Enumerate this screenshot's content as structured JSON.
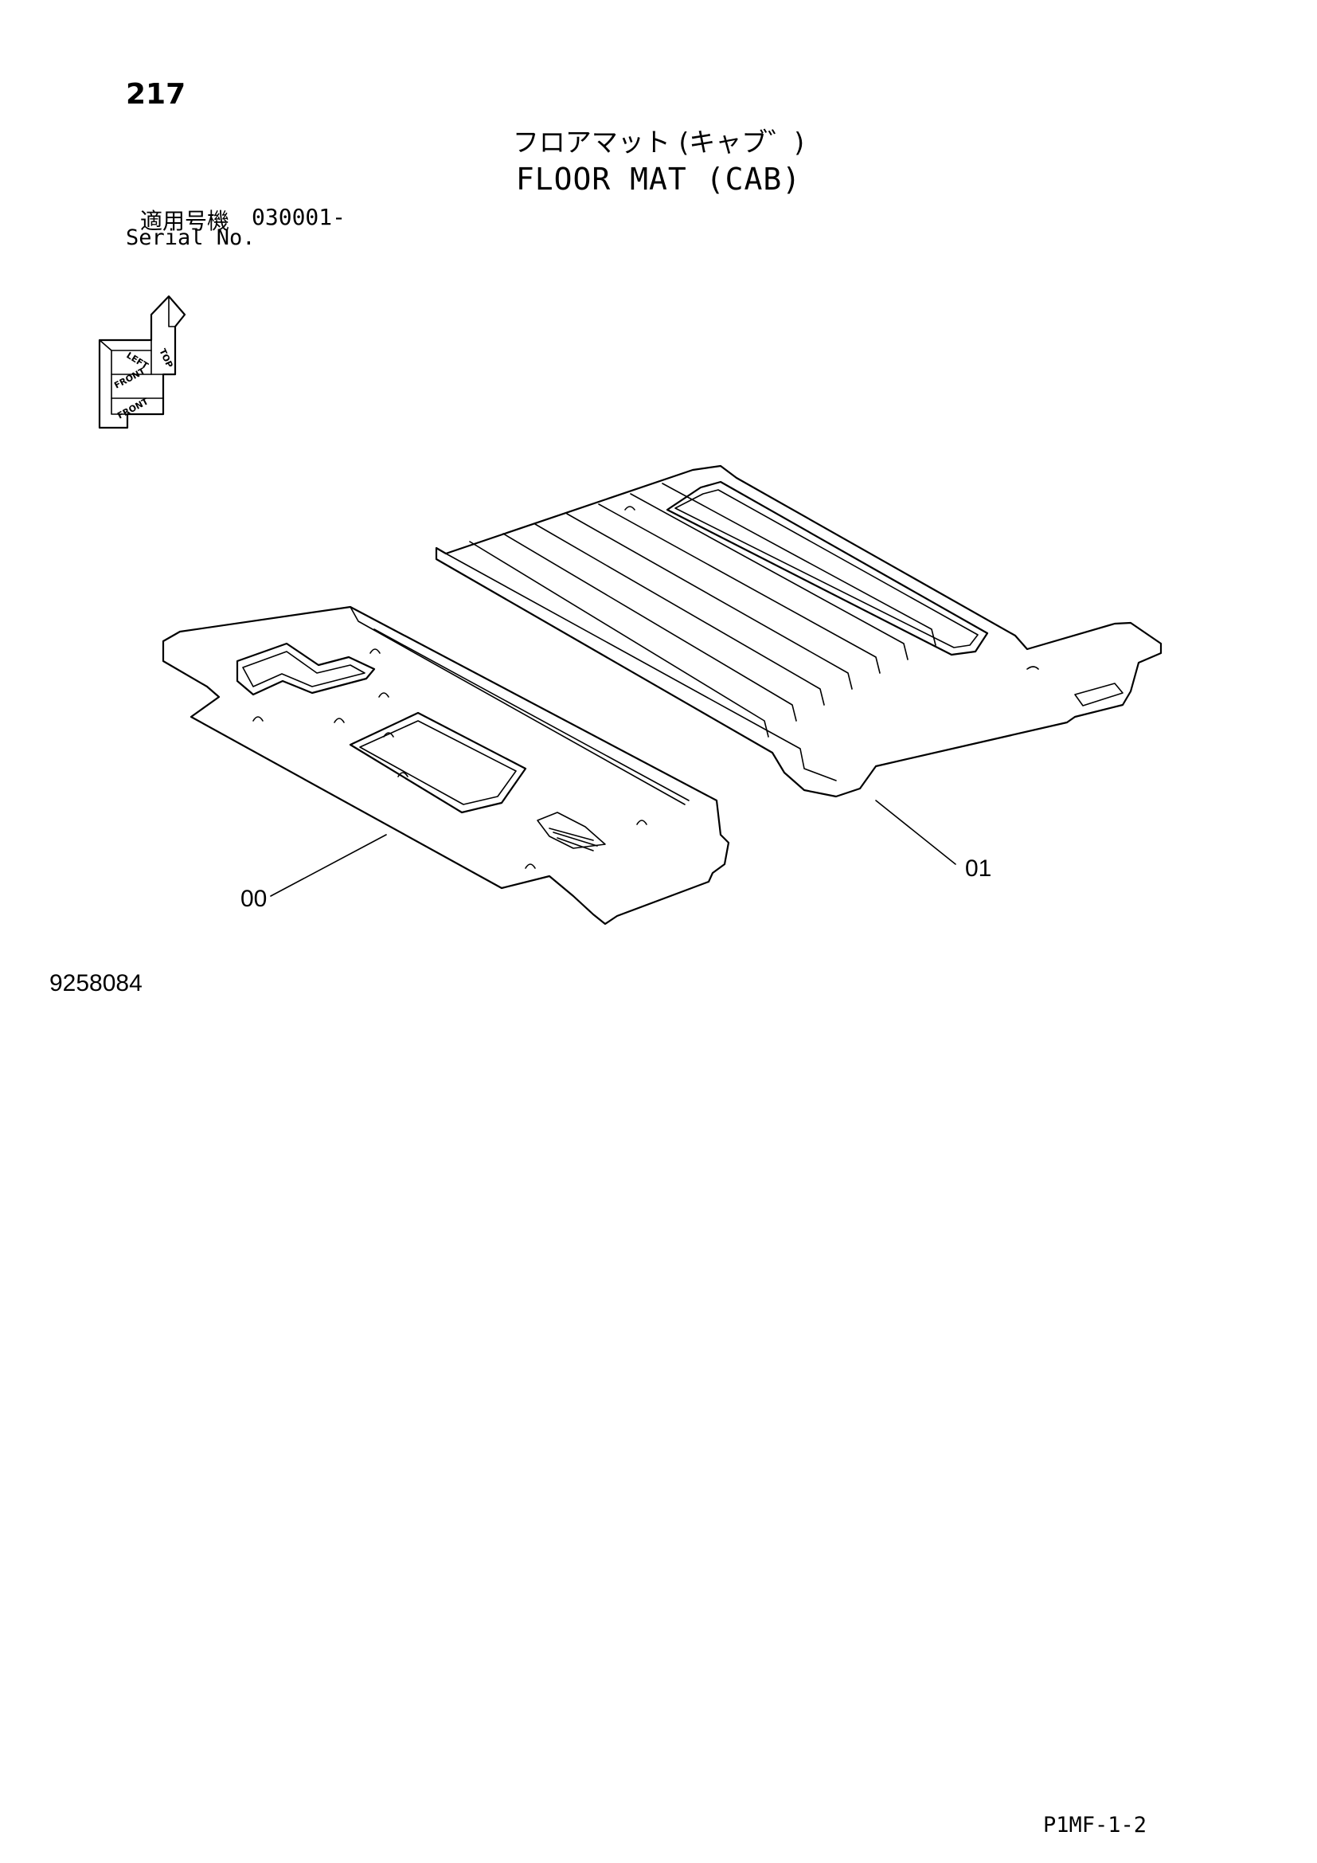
{
  "header": {
    "page_number": "217",
    "title_jp": "フロアマット (キャブ゛)",
    "title_en": "FLOOR MAT (CAB)",
    "serial_label_jp": "適用号機",
    "serial_value": "030001-",
    "serial_label_en": "Serial No."
  },
  "orientation_icon": {
    "top_label": "TOP",
    "left_label": "LEFT",
    "front_label": "FRONT",
    "front_label_2": "FRONT"
  },
  "callouts": [
    {
      "label": "00"
    },
    {
      "label": "01"
    }
  ],
  "footer": {
    "drawing_number": "9258084",
    "page_ref": "P1MF-1-2"
  }
}
